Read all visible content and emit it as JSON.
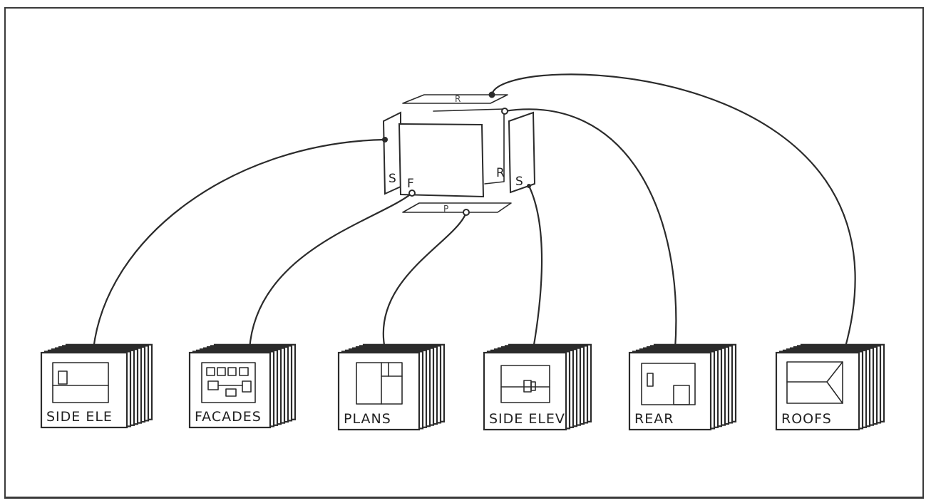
{
  "model": {
    "faces": {
      "left_side": "S",
      "front": "F",
      "rear": "R",
      "right_side": "S",
      "roof": "R",
      "plan": "P"
    }
  },
  "stacks": [
    {
      "label": "SIDE ELE"
    },
    {
      "label": "FACADES"
    },
    {
      "label": "PLANS"
    },
    {
      "label": "SIDE ELEV"
    },
    {
      "label": "REAR"
    },
    {
      "label": "ROOFS"
    }
  ]
}
